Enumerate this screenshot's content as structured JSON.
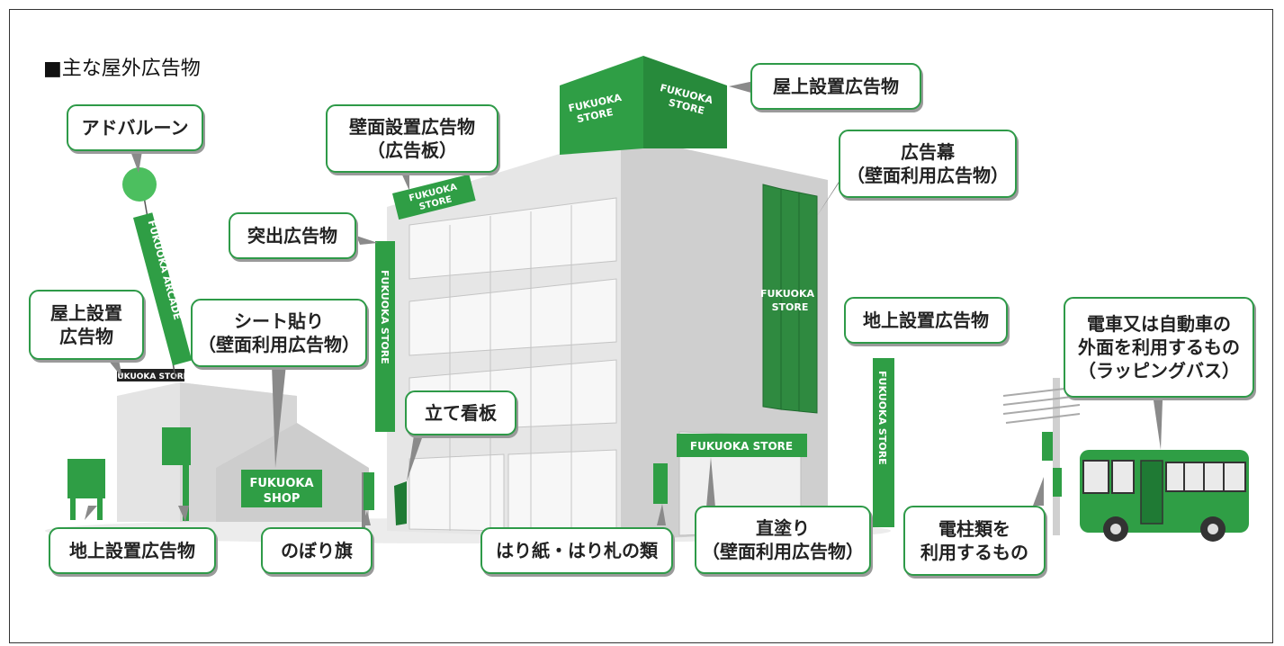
{
  "heading": "■主な屋外広告物",
  "labels": {
    "ad_balloon": "アドバルーン",
    "wall_sign_line1": "壁面設置広告物",
    "wall_sign_line2": "（広告板）",
    "rooftop_main": "屋上設置広告物",
    "banner_line1": "広告幕",
    "banner_line2": "（壁面利用広告物）",
    "projecting": "突出広告物",
    "rooftop_left_line1": "屋上設置",
    "rooftop_left_line2": "広告物",
    "sheet_line1": "シート貼り",
    "sheet_line2": "（壁面利用広告物）",
    "standing": "立て看板",
    "ground_right": "地上設置広告物",
    "vehicle_line1": "電車又は自動車の",
    "vehicle_line2": "外面を利用するもの",
    "vehicle_line3": "（ラッピングバス）",
    "ground_left": "地上設置広告物",
    "flag": "のぼり旗",
    "poster": "はり紙・はり札の類",
    "paint_line1": "直塗り",
    "paint_line2": "（壁面利用広告物）",
    "pole_line1": "電柱類を",
    "pole_line2": "利用するもの"
  },
  "signs": {
    "arcade": "FUKUOKA ARCADE",
    "store_line1": "FUKUOKA",
    "store_line2": "STORE",
    "store": "FUKUOKA STORE",
    "store_small": "FUKUOKA STORE",
    "shop_line1": "FUKUOKA",
    "shop_line2": "SHOP",
    "banner_line1": "FUKUOKA",
    "banner_line2": "STORE"
  },
  "colors": {
    "green": "#2f9e45",
    "dark_green": "#1f7a34",
    "label_border": "#2e9a48",
    "building_light": "#e6e6e6",
    "building_dark": "#cfcfcf"
  }
}
